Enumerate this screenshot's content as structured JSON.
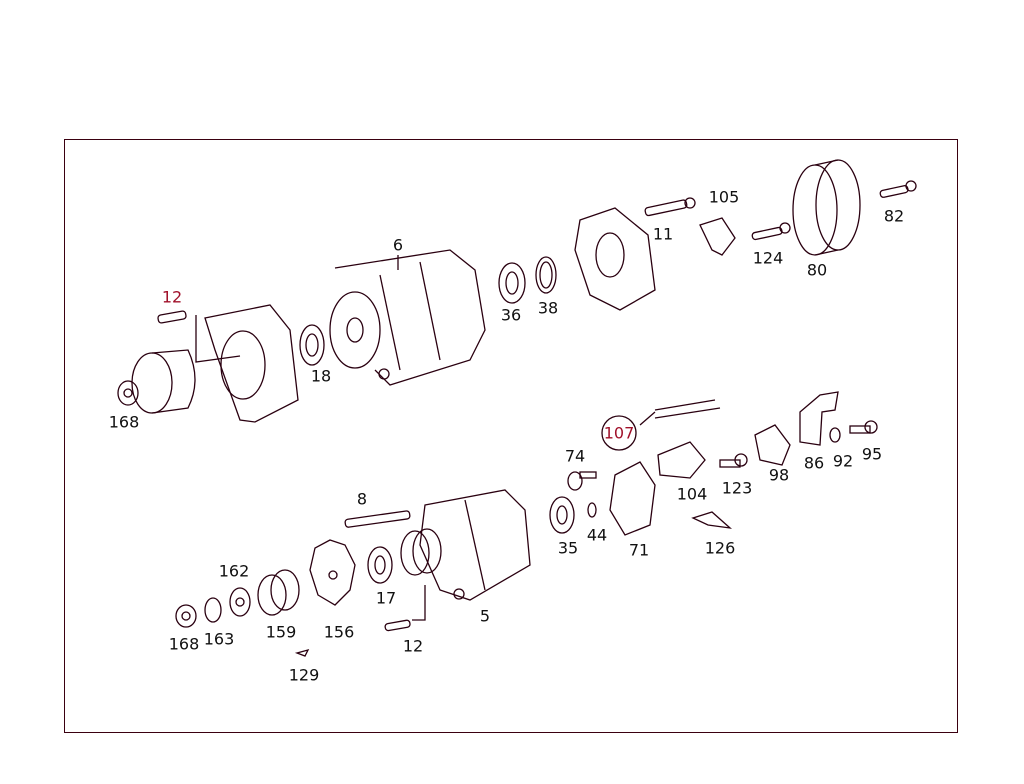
{
  "diagram": {
    "title": "",
    "accent_color": "#c0143c",
    "line_color": "#2a0010",
    "callouts": [
      {
        "id": "12a",
        "text": "12",
        "red": true
      },
      {
        "id": "168a",
        "text": "168"
      },
      {
        "id": "18",
        "text": "18"
      },
      {
        "id": "6",
        "text": "6"
      },
      {
        "id": "36",
        "text": "36"
      },
      {
        "id": "38",
        "text": "38"
      },
      {
        "id": "11",
        "text": "11"
      },
      {
        "id": "105",
        "text": "105"
      },
      {
        "id": "124",
        "text": "124"
      },
      {
        "id": "80",
        "text": "80"
      },
      {
        "id": "82",
        "text": "82"
      },
      {
        "id": "107",
        "text": "107",
        "circled": true
      },
      {
        "id": "74",
        "text": "74"
      },
      {
        "id": "104",
        "text": "104"
      },
      {
        "id": "123",
        "text": "123"
      },
      {
        "id": "98",
        "text": "98"
      },
      {
        "id": "86",
        "text": "86"
      },
      {
        "id": "92",
        "text": "92"
      },
      {
        "id": "95",
        "text": "95"
      },
      {
        "id": "8",
        "text": "8"
      },
      {
        "id": "35",
        "text": "35"
      },
      {
        "id": "44",
        "text": "44"
      },
      {
        "id": "71",
        "text": "71"
      },
      {
        "id": "126",
        "text": "126"
      },
      {
        "id": "5",
        "text": "5"
      },
      {
        "id": "162",
        "text": "162"
      },
      {
        "id": "168b",
        "text": "168"
      },
      {
        "id": "163",
        "text": "163"
      },
      {
        "id": "159",
        "text": "159"
      },
      {
        "id": "156",
        "text": "156"
      },
      {
        "id": "17",
        "text": "17"
      },
      {
        "id": "12b",
        "text": "12"
      },
      {
        "id": "129",
        "text": "129"
      }
    ]
  }
}
